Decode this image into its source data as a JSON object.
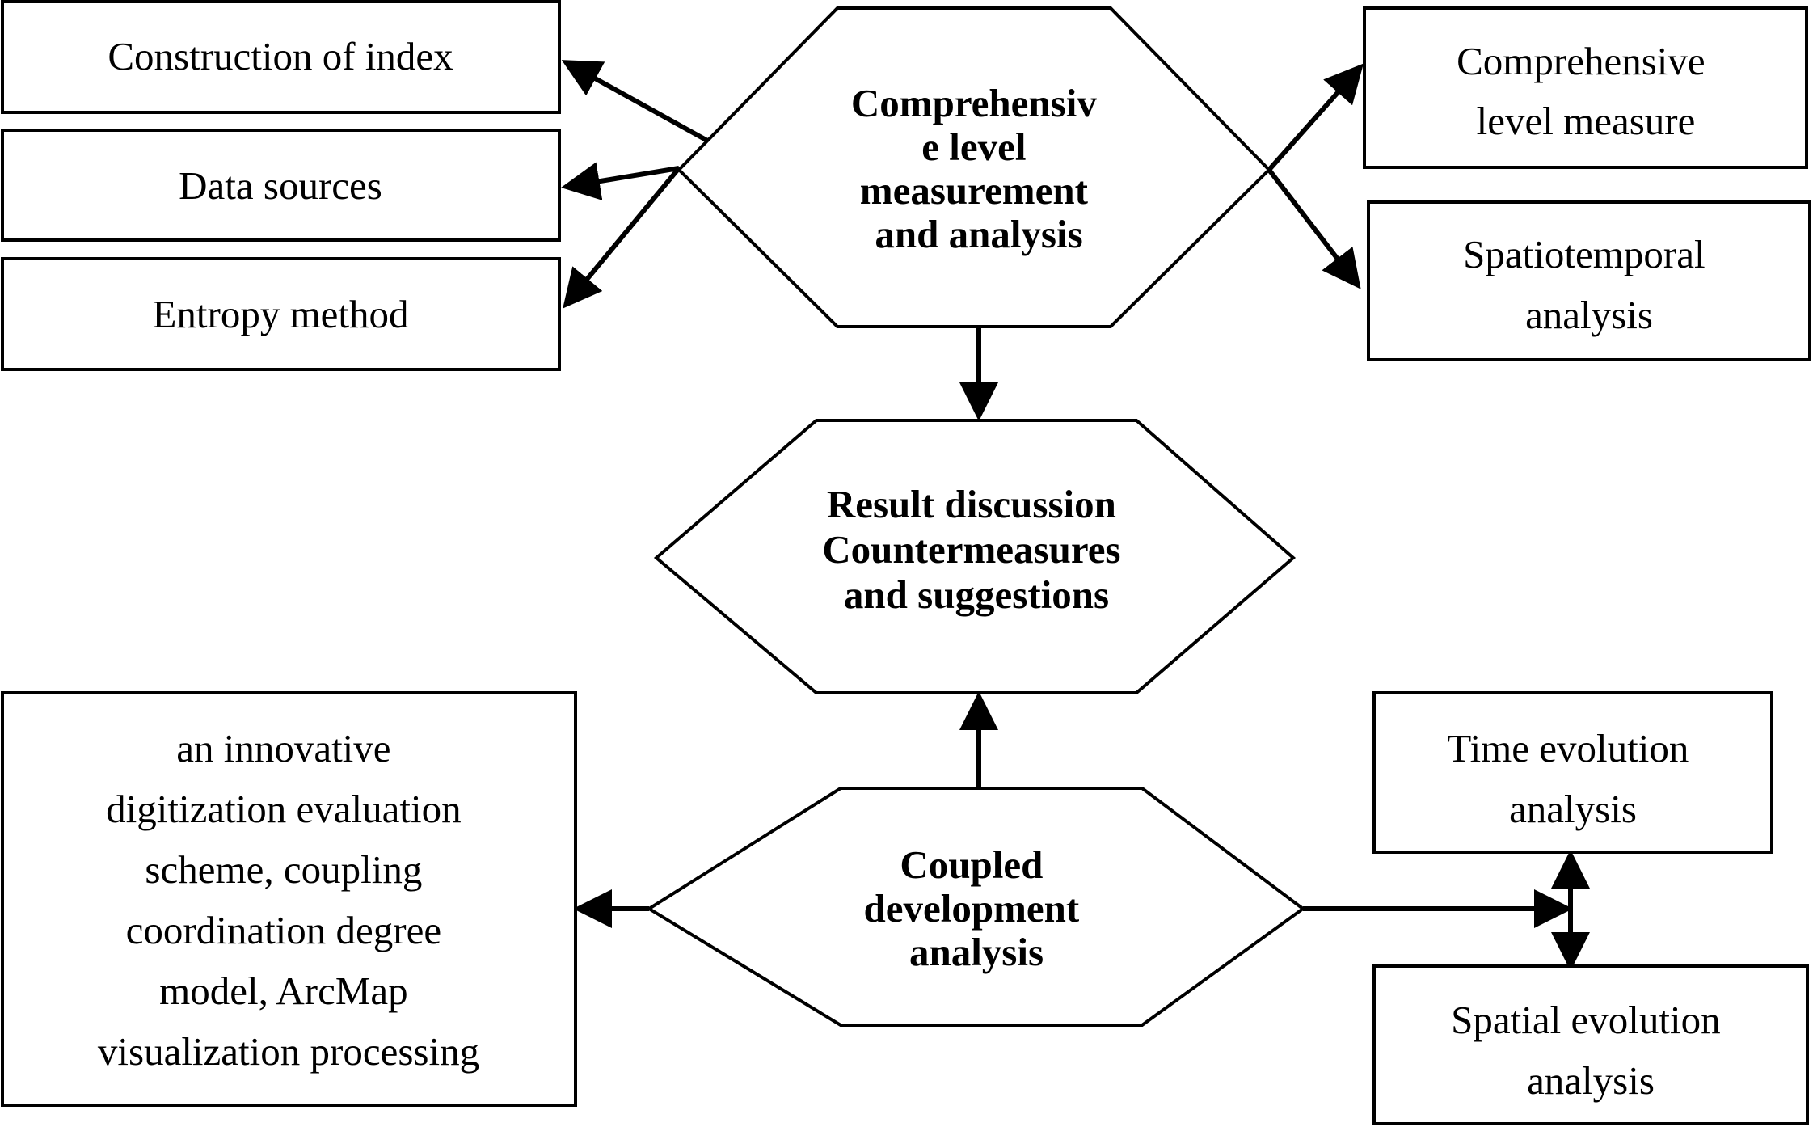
{
  "colors": {
    "ink": "#000000",
    "background": "#ffffff"
  },
  "nodes": {
    "hex_comprehensive": {
      "lines": [
        "Comprehensiv",
        "e level",
        "measurement",
        "and analysis"
      ]
    },
    "hex_result": {
      "lines": [
        "Result discussion",
        "Countermeasures",
        "and suggestions"
      ]
    },
    "hex_coupled": {
      "lines": [
        "Coupled",
        "development",
        "analysis"
      ]
    },
    "box_construction": {
      "lines": [
        "Construction of index"
      ]
    },
    "box_data_sources": {
      "lines": [
        "Data sources"
      ]
    },
    "box_entropy": {
      "lines": [
        "Entropy method"
      ]
    },
    "box_comprehensive_level": {
      "lines": [
        "Comprehensive",
        "level measure"
      ]
    },
    "box_spatiotemporal": {
      "lines": [
        "Spatiotemporal",
        "analysis"
      ]
    },
    "box_innovative": {
      "lines": [
        "an innovative",
        "digitization evaluation",
        "scheme, coupling",
        "coordination degree",
        "model, ArcMap",
        "visualization processing"
      ]
    },
    "box_time_evolution": {
      "lines": [
        "Time evolution",
        "analysis"
      ]
    },
    "box_spatial_evolution": {
      "lines": [
        "Spatial evolution",
        "analysis"
      ]
    }
  },
  "edges": [
    {
      "from": "hex_comprehensive",
      "to": "box_construction"
    },
    {
      "from": "hex_comprehensive",
      "to": "box_data_sources"
    },
    {
      "from": "hex_comprehensive",
      "to": "box_entropy"
    },
    {
      "from": "hex_comprehensive",
      "to": "box_comprehensive_level"
    },
    {
      "from": "hex_comprehensive",
      "to": "box_spatiotemporal"
    },
    {
      "from": "hex_comprehensive",
      "to": "hex_result"
    },
    {
      "from": "hex_coupled",
      "to": "hex_result"
    },
    {
      "from": "hex_coupled",
      "to": "box_innovative"
    },
    {
      "from": "hex_coupled",
      "to": "box_time_evolution"
    },
    {
      "from": "hex_coupled",
      "to": "box_spatial_evolution"
    }
  ]
}
